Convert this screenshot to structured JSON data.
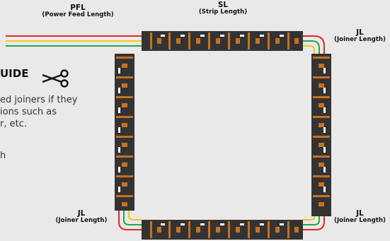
{
  "labels": {
    "power_feed": {
      "code": "PFL",
      "full": "(Power Feed Length)"
    },
    "strip": {
      "code": "SL",
      "full": "(Strip Length)"
    },
    "joiner_top_right": {
      "code": "JL",
      "full": "(Joiner Length)"
    },
    "joiner_bottom_left": {
      "code": "JL",
      "full": "(Joiner Length)"
    },
    "joiner_bottom_right": {
      "code": "JL",
      "full": "(Joiner Length)"
    }
  },
  "guide": {
    "title": "UIDE",
    "body": "ed joiners if they\nions such as\nr, etc.",
    "note": "h"
  },
  "colors": {
    "background": "#e9e9e9",
    "strip": "#333333",
    "wire_red": "#e3262b",
    "wire_green": "#27a844",
    "wire_yellow": "#f2c81b",
    "led_mark": "#c8711f"
  },
  "icons": {
    "scissors": "scissors-icon"
  }
}
